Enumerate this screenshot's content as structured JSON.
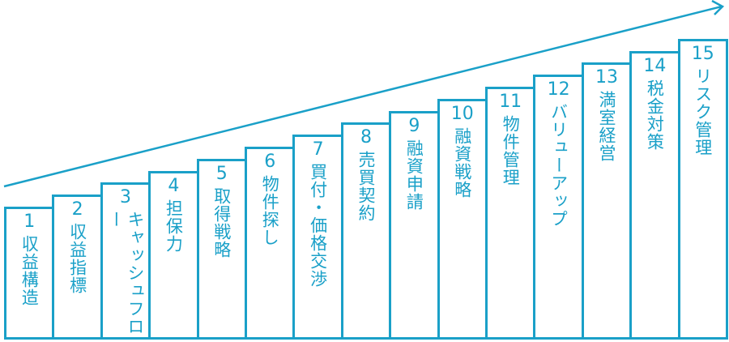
{
  "color": "#1aa0c8",
  "steps": [
    {
      "num": "1",
      "label": "収益構造"
    },
    {
      "num": "2",
      "label": "収益指標"
    },
    {
      "num": "3",
      "label": "キャッシュフロー"
    },
    {
      "num": "4",
      "label": "担保力"
    },
    {
      "num": "5",
      "label": "取得戦略"
    },
    {
      "num": "6",
      "label": "物件探し"
    },
    {
      "num": "7",
      "label": "買付・価格交渉"
    },
    {
      "num": "8",
      "label": "売買契約"
    },
    {
      "num": "9",
      "label": "融資申請"
    },
    {
      "num": "10",
      "label": "融資戦略"
    },
    {
      "num": "11",
      "label": "物件管理"
    },
    {
      "num": "12",
      "label": "バリューアップ"
    },
    {
      "num": "13",
      "label": "満室経営"
    },
    {
      "num": "14",
      "label": "税金対策"
    },
    {
      "num": "15",
      "label": "リスク管理"
    }
  ]
}
